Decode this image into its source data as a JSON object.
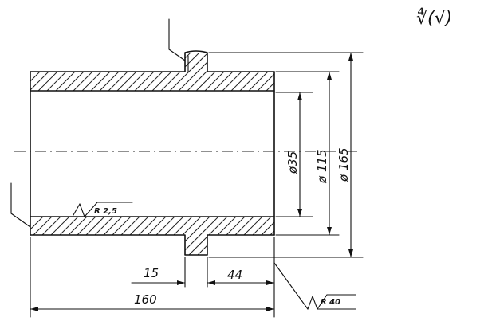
{
  "drawing": {
    "title": "",
    "dimensions": {
      "length_total": "160",
      "length_flange_offset": "15",
      "length_flange_to_end": "44",
      "bore_diameter": "ø35",
      "outer_diameter": "ø 115",
      "flange_diameter": "ø 165"
    },
    "roughness": {
      "general": "∜(√)",
      "inner_fillet": "R 2,5",
      "outer_face": "R 40"
    }
  }
}
